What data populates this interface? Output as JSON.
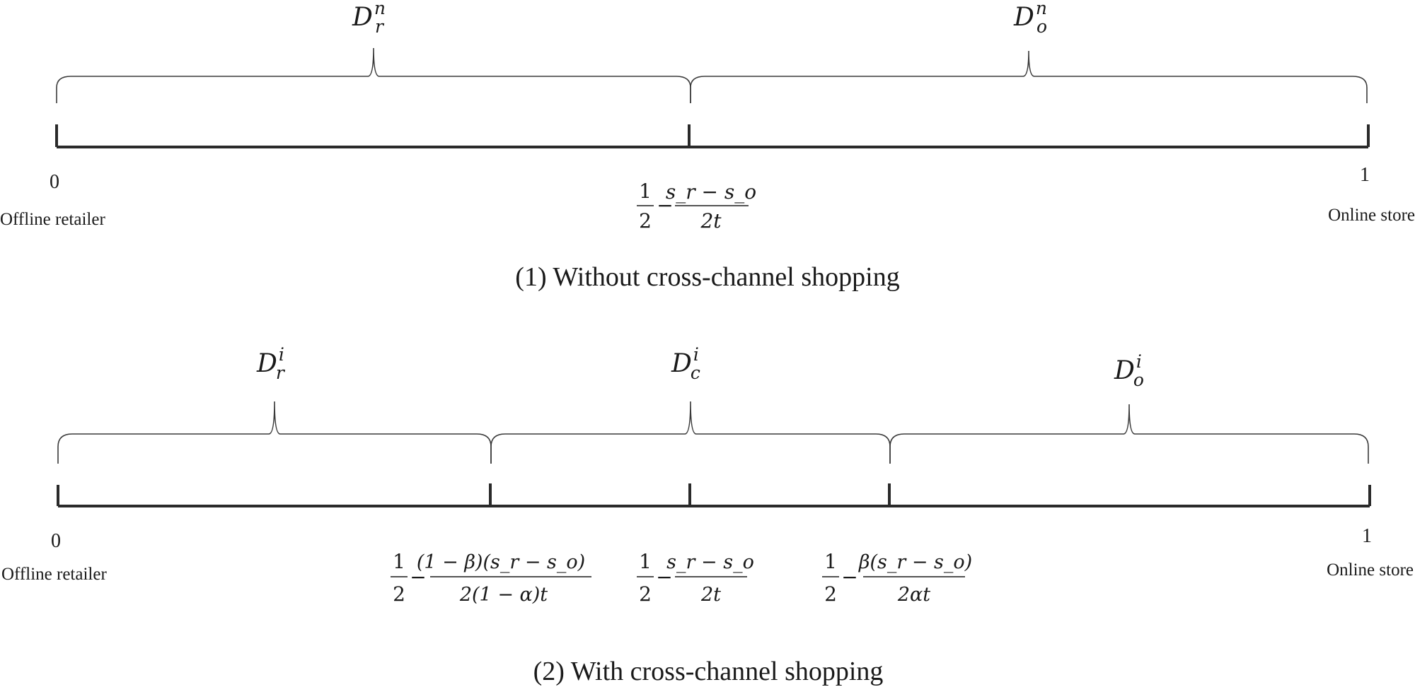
{
  "panel1": {
    "caption": "(1) Without cross-channel shopping",
    "left_value": "0",
    "right_value": "1",
    "left_label": "Offline retailer",
    "right_label": "Online store",
    "segment_labels": [
      {
        "base": "D",
        "sup": "n",
        "sub": "r"
      },
      {
        "base": "D",
        "sup": "n",
        "sub": "o"
      }
    ],
    "threshold": {
      "half_num": "1",
      "half_den": "2",
      "minus": "−",
      "num": "s_r − s_o",
      "den": "2t"
    }
  },
  "panel2": {
    "caption": "(2) With cross-channel shopping",
    "left_value": "0",
    "right_value": "1",
    "left_label": "Offline retailer",
    "right_label": "Online store",
    "segment_labels": [
      {
        "base": "D",
        "sup": "i",
        "sub": "r"
      },
      {
        "base": "D",
        "sup": "i",
        "sub": "c"
      },
      {
        "base": "D",
        "sup": "i",
        "sub": "o"
      }
    ],
    "thresholds": [
      {
        "half_num": "1",
        "half_den": "2",
        "minus": "−",
        "num": "(1 − β)(s_r − s_o)",
        "den": "2(1 − α)t"
      },
      {
        "half_num": "1",
        "half_den": "2",
        "minus": "−",
        "num": "s_r − s_o",
        "den": "2t"
      },
      {
        "half_num": "1",
        "half_den": "2",
        "minus": "−",
        "num": "β(s_r − s_o)",
        "den": "2αt"
      }
    ]
  }
}
